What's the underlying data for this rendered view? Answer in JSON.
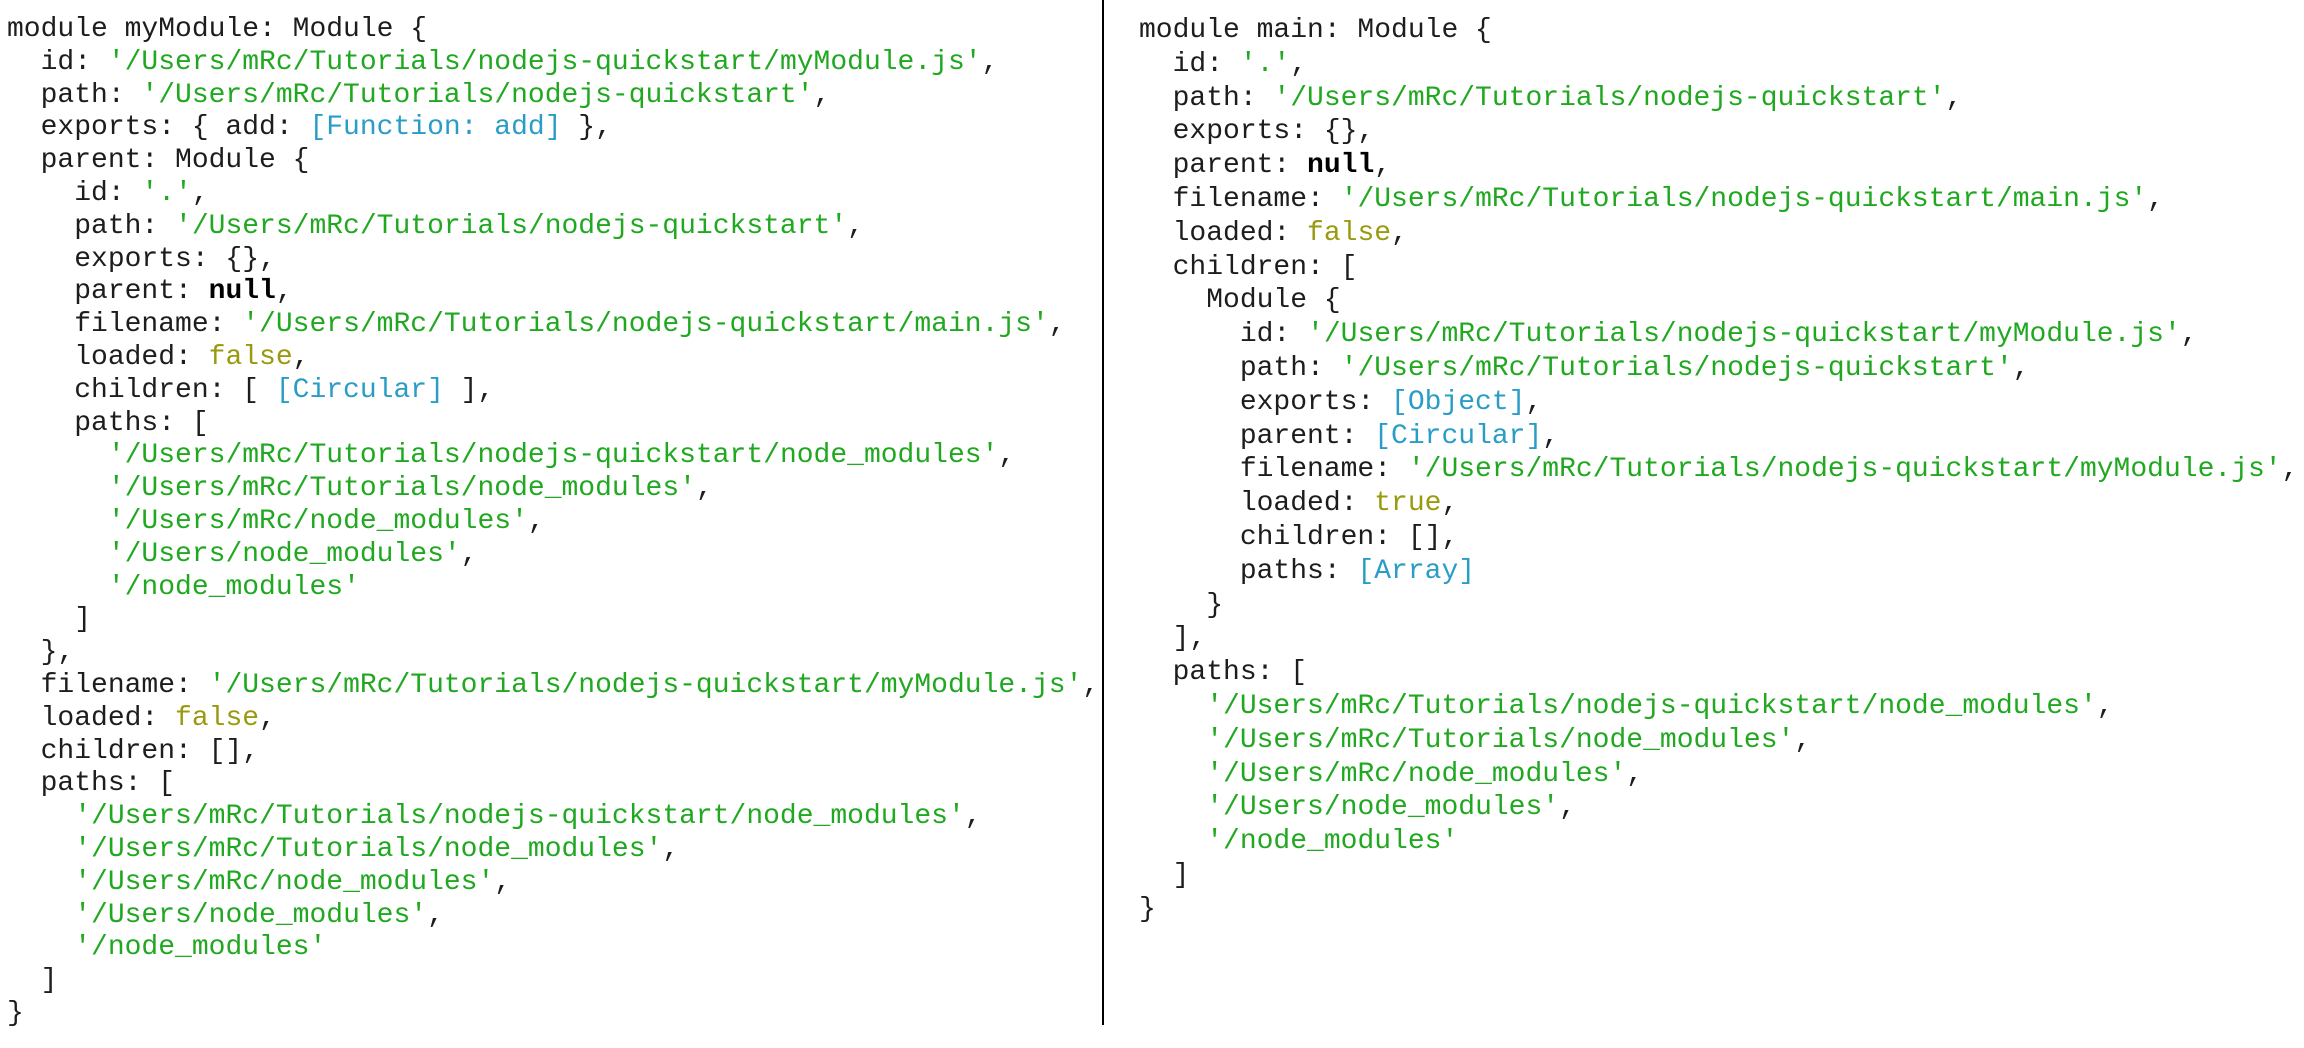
{
  "colors": {
    "string": "#21a821",
    "special": "#2a9dc6",
    "boolean": "#9a9a10",
    "null": "#000000",
    "text": "#1d1d1d"
  },
  "left": {
    "lines": [
      [
        [
          "p",
          "module myModule: Module {"
        ]
      ],
      [
        [
          "p",
          "  id: "
        ],
        [
          "s",
          "'/Users/mRc/Tutorials/nodejs-quickstart/myModule.js'"
        ],
        [
          "p",
          ","
        ]
      ],
      [
        [
          "p",
          "  path: "
        ],
        [
          "s",
          "'/Users/mRc/Tutorials/nodejs-quickstart'"
        ],
        [
          "p",
          ","
        ]
      ],
      [
        [
          "p",
          "  exports: { add: "
        ],
        [
          "b",
          "[Function: add]"
        ],
        [
          "p",
          " },"
        ]
      ],
      [
        [
          "p",
          "  parent: Module {"
        ]
      ],
      [
        [
          "p",
          "    id: "
        ],
        [
          "s",
          "'.'"
        ],
        [
          "p",
          ","
        ]
      ],
      [
        [
          "p",
          "    path: "
        ],
        [
          "s",
          "'/Users/mRc/Tutorials/nodejs-quickstart'"
        ],
        [
          "p",
          ","
        ]
      ],
      [
        [
          "p",
          "    exports: {},"
        ]
      ],
      [
        [
          "p",
          "    parent: "
        ],
        [
          "n",
          "null"
        ],
        [
          "p",
          ","
        ]
      ],
      [
        [
          "p",
          "    filename: "
        ],
        [
          "s",
          "'/Users/mRc/Tutorials/nodejs-quickstart/main.js'"
        ],
        [
          "p",
          ","
        ]
      ],
      [
        [
          "p",
          "    loaded: "
        ],
        [
          "y",
          "false"
        ],
        [
          "p",
          ","
        ]
      ],
      [
        [
          "p",
          "    children: [ "
        ],
        [
          "b",
          "[Circular]"
        ],
        [
          "p",
          " ],"
        ]
      ],
      [
        [
          "p",
          "    paths: ["
        ]
      ],
      [
        [
          "p",
          "      "
        ],
        [
          "s",
          "'/Users/mRc/Tutorials/nodejs-quickstart/node_modules'"
        ],
        [
          "p",
          ","
        ]
      ],
      [
        [
          "p",
          "      "
        ],
        [
          "s",
          "'/Users/mRc/Tutorials/node_modules'"
        ],
        [
          "p",
          ","
        ]
      ],
      [
        [
          "p",
          "      "
        ],
        [
          "s",
          "'/Users/mRc/node_modules'"
        ],
        [
          "p",
          ","
        ]
      ],
      [
        [
          "p",
          "      "
        ],
        [
          "s",
          "'/Users/node_modules'"
        ],
        [
          "p",
          ","
        ]
      ],
      [
        [
          "p",
          "      "
        ],
        [
          "s",
          "'/node_modules'"
        ]
      ],
      [
        [
          "p",
          "    ]"
        ]
      ],
      [
        [
          "p",
          "  },"
        ]
      ],
      [
        [
          "p",
          "  filename: "
        ],
        [
          "s",
          "'/Users/mRc/Tutorials/nodejs-quickstart/myModule.js'"
        ],
        [
          "p",
          ","
        ]
      ],
      [
        [
          "p",
          "  loaded: "
        ],
        [
          "y",
          "false"
        ],
        [
          "p",
          ","
        ]
      ],
      [
        [
          "p",
          "  children: [],"
        ]
      ],
      [
        [
          "p",
          "  paths: ["
        ]
      ],
      [
        [
          "p",
          "    "
        ],
        [
          "s",
          "'/Users/mRc/Tutorials/nodejs-quickstart/node_modules'"
        ],
        [
          "p",
          ","
        ]
      ],
      [
        [
          "p",
          "    "
        ],
        [
          "s",
          "'/Users/mRc/Tutorials/node_modules'"
        ],
        [
          "p",
          ","
        ]
      ],
      [
        [
          "p",
          "    "
        ],
        [
          "s",
          "'/Users/mRc/node_modules'"
        ],
        [
          "p",
          ","
        ]
      ],
      [
        [
          "p",
          "    "
        ],
        [
          "s",
          "'/Users/node_modules'"
        ],
        [
          "p",
          ","
        ]
      ],
      [
        [
          "p",
          "    "
        ],
        [
          "s",
          "'/node_modules'"
        ]
      ],
      [
        [
          "p",
          "  ]"
        ]
      ],
      [
        [
          "p",
          "}"
        ]
      ]
    ]
  },
  "right": {
    "lines": [
      [
        [
          "p",
          "module main: Module {"
        ]
      ],
      [
        [
          "p",
          "  id: "
        ],
        [
          "s",
          "'.'"
        ],
        [
          "p",
          ","
        ]
      ],
      [
        [
          "p",
          "  path: "
        ],
        [
          "s",
          "'/Users/mRc/Tutorials/nodejs-quickstart'"
        ],
        [
          "p",
          ","
        ]
      ],
      [
        [
          "p",
          "  exports: {},"
        ]
      ],
      [
        [
          "p",
          "  parent: "
        ],
        [
          "n",
          "null"
        ],
        [
          "p",
          ","
        ]
      ],
      [
        [
          "p",
          "  filename: "
        ],
        [
          "s",
          "'/Users/mRc/Tutorials/nodejs-quickstart/main.js'"
        ],
        [
          "p",
          ","
        ]
      ],
      [
        [
          "p",
          "  loaded: "
        ],
        [
          "y",
          "false"
        ],
        [
          "p",
          ","
        ]
      ],
      [
        [
          "p",
          "  children: ["
        ]
      ],
      [
        [
          "p",
          "    Module {"
        ]
      ],
      [
        [
          "p",
          "      id: "
        ],
        [
          "s",
          "'/Users/mRc/Tutorials/nodejs-quickstart/myModule.js'"
        ],
        [
          "p",
          ","
        ]
      ],
      [
        [
          "p",
          "      path: "
        ],
        [
          "s",
          "'/Users/mRc/Tutorials/nodejs-quickstart'"
        ],
        [
          "p",
          ","
        ]
      ],
      [
        [
          "p",
          "      exports: "
        ],
        [
          "b",
          "[Object]"
        ],
        [
          "p",
          ","
        ]
      ],
      [
        [
          "p",
          "      parent: "
        ],
        [
          "b",
          "[Circular]"
        ],
        [
          "p",
          ","
        ]
      ],
      [
        [
          "p",
          "      filename: "
        ],
        [
          "s",
          "'/Users/mRc/Tutorials/nodejs-quickstart/myModule.js'"
        ],
        [
          "p",
          ","
        ]
      ],
      [
        [
          "p",
          "      loaded: "
        ],
        [
          "y",
          "true"
        ],
        [
          "p",
          ","
        ]
      ],
      [
        [
          "p",
          "      children: [],"
        ]
      ],
      [
        [
          "p",
          "      paths: "
        ],
        [
          "b",
          "[Array]"
        ]
      ],
      [
        [
          "p",
          "    }"
        ]
      ],
      [
        [
          "p",
          "  ],"
        ]
      ],
      [
        [
          "p",
          "  paths: ["
        ]
      ],
      [
        [
          "p",
          "    "
        ],
        [
          "s",
          "'/Users/mRc/Tutorials/nodejs-quickstart/node_modules'"
        ],
        [
          "p",
          ","
        ]
      ],
      [
        [
          "p",
          "    "
        ],
        [
          "s",
          "'/Users/mRc/Tutorials/node_modules'"
        ],
        [
          "p",
          ","
        ]
      ],
      [
        [
          "p",
          "    "
        ],
        [
          "s",
          "'/Users/mRc/node_modules'"
        ],
        [
          "p",
          ","
        ]
      ],
      [
        [
          "p",
          "    "
        ],
        [
          "s",
          "'/Users/node_modules'"
        ],
        [
          "p",
          ","
        ]
      ],
      [
        [
          "p",
          "    "
        ],
        [
          "s",
          "'/node_modules'"
        ]
      ],
      [
        [
          "p",
          "  ]"
        ]
      ],
      [
        [
          "p",
          "}"
        ]
      ]
    ]
  }
}
